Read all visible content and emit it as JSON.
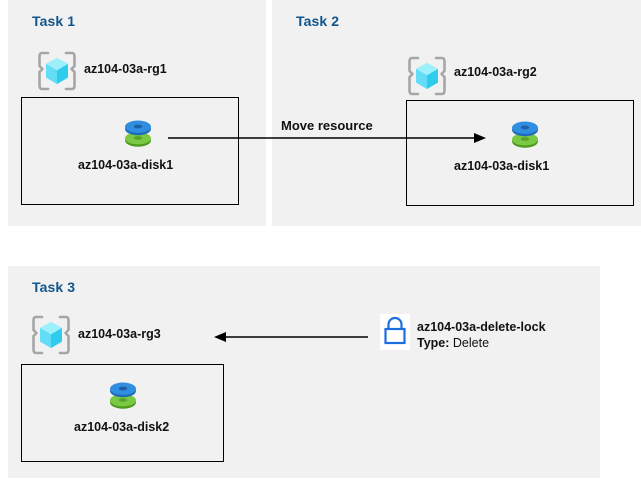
{
  "diagram": {
    "title": "Azure resource groups, move resource, and delete lock diagram",
    "background": "#ffffff",
    "panel_background": "#f1f1f1",
    "title_color": "#12558c",
    "border_color": "#000000",
    "resource_group_icon_color": "#41d7f5",
    "lock_icon_color": "#1a6ee0",
    "disk_top_color": "#2f8ee0",
    "disk_bottom_color": "#6fbf2f"
  },
  "panels": [
    {
      "id": "task1",
      "title": "Task 1",
      "resource_group": {
        "name": "az104-03a-rg1",
        "icon": "resource-group-icon"
      },
      "resource": {
        "name": "az104-03a-disk1",
        "icon": "managed-disk-icon"
      }
    },
    {
      "id": "task2",
      "title": "Task 2",
      "resource_group": {
        "name": "az104-03a-rg2",
        "icon": "resource-group-icon"
      },
      "resource": {
        "name": "az104-03a-disk1",
        "icon": "managed-disk-icon"
      }
    },
    {
      "id": "task3",
      "title": "Task 3",
      "resource_group": {
        "name": "az104-03a-rg3",
        "icon": "resource-group-icon"
      },
      "resource": {
        "name": "az104-03a-disk2",
        "icon": "managed-disk-icon"
      },
      "lock": {
        "icon": "lock-icon",
        "name": "az104-03a-delete-lock",
        "type_label": "Type:",
        "type_value": "Delete"
      }
    }
  ],
  "connectors": [
    {
      "id": "move-resource-arrow",
      "label": "Move resource",
      "direction": "left-to-right",
      "from": "az104-03a-disk1 (Task 1)",
      "to": "az104-03a-disk1 (Task 2)"
    },
    {
      "id": "lock-arrow",
      "label": "",
      "direction": "right-to-left",
      "from": "az104-03a-delete-lock",
      "to": "az104-03a-rg3"
    }
  ]
}
